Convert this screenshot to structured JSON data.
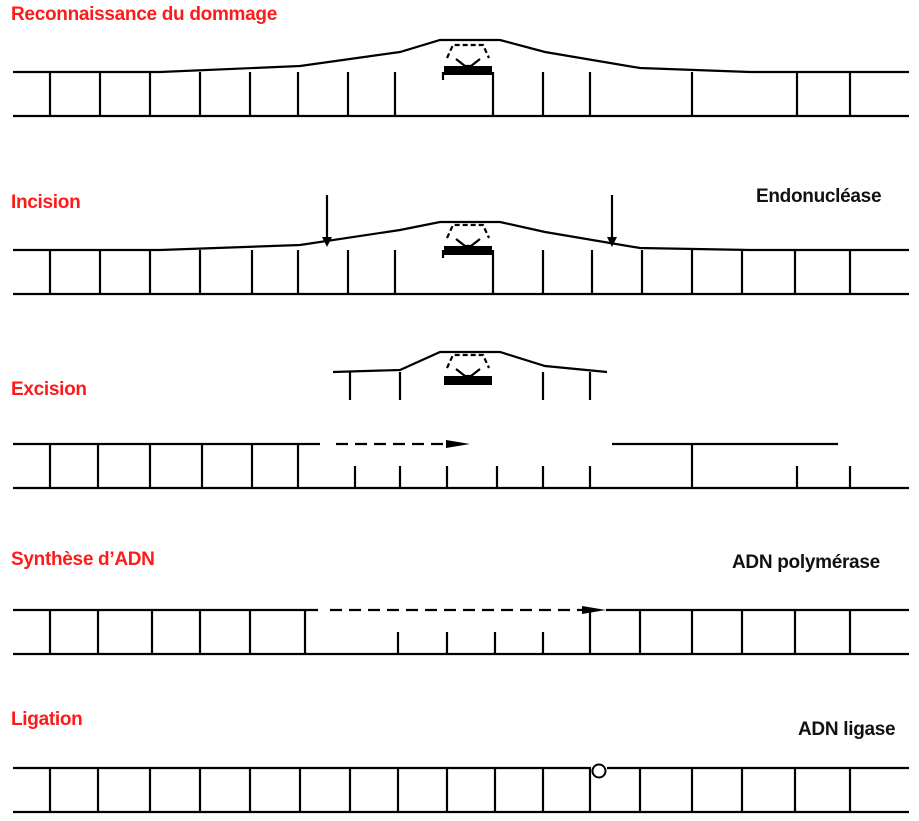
{
  "steps": [
    {
      "label": "Reconnaissance du dommage",
      "enzyme": ""
    },
    {
      "label": "Incision",
      "enzyme": "Endonucléase"
    },
    {
      "label": "Excision",
      "enzyme": ""
    },
    {
      "label": "Synthèse d’ADN",
      "enzyme": "ADN polymérase"
    },
    {
      "label": "Ligation",
      "enzyme": "ADN ligase"
    }
  ],
  "colors": {
    "step_label": "#ff1a1a",
    "enzyme_label": "#111111",
    "strand": "#000000"
  }
}
